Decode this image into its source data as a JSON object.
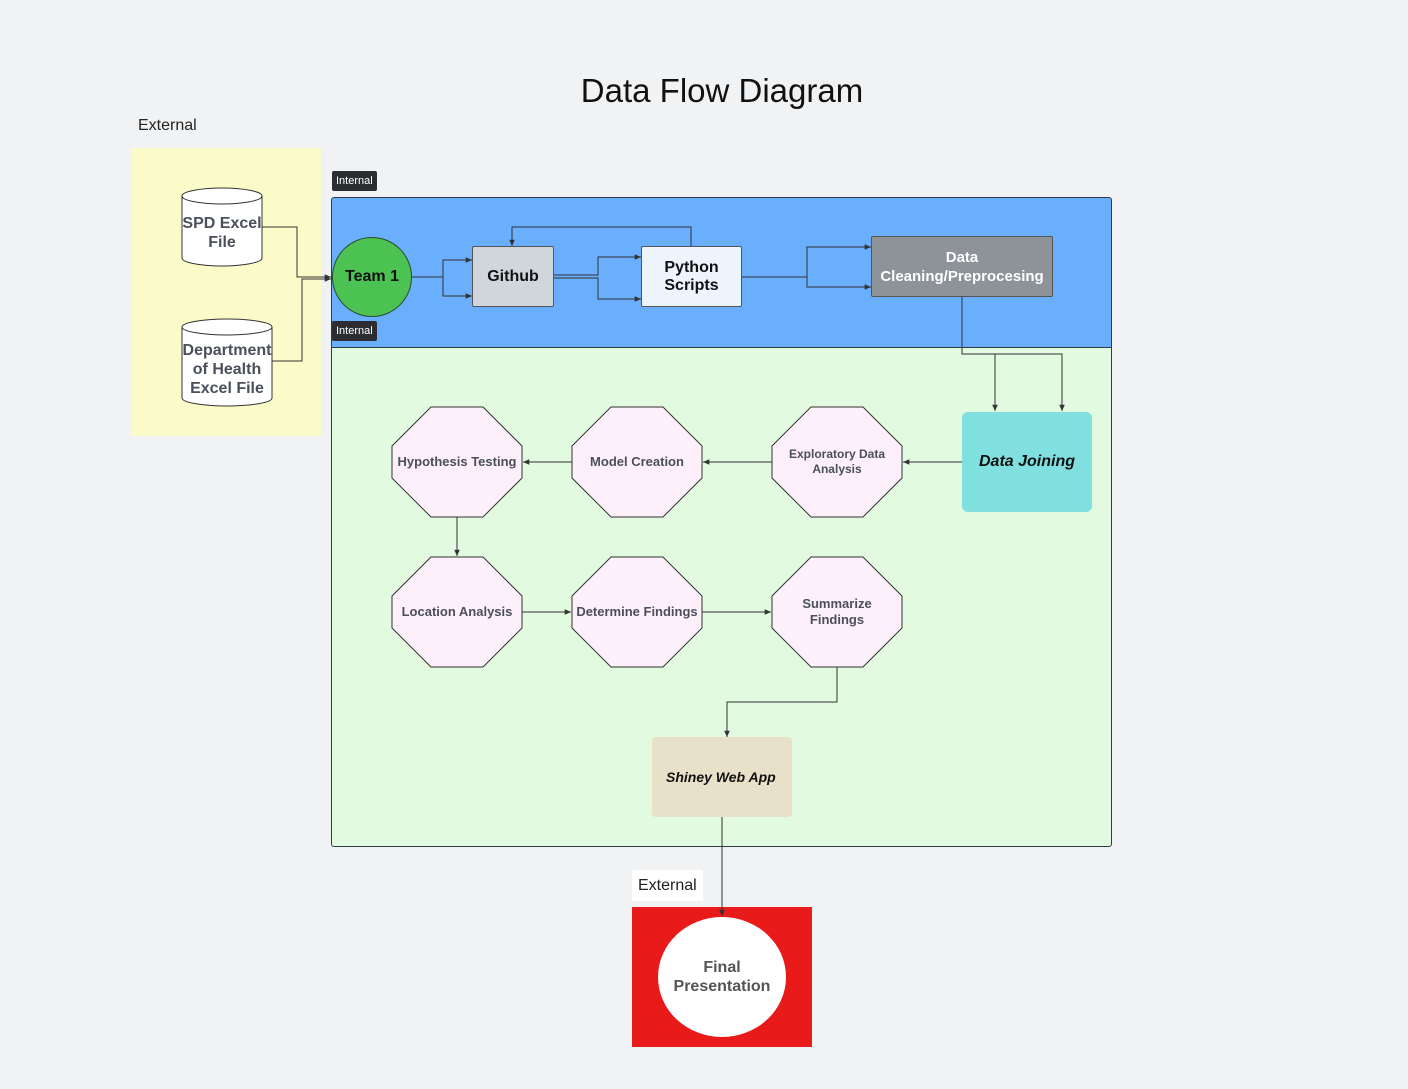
{
  "title": "Data Flow Diagram",
  "zones": {
    "external_top": "External",
    "internal_top": "Internal",
    "internal_bottom": "Internal",
    "external_bottom": "External"
  },
  "nodes": {
    "spd": "SPD Excel File",
    "doh": "Department of Health Excel File",
    "team": "Team 1",
    "github": "Github",
    "python": "Python Scripts",
    "cleaning": "Data Cleaning/Preprocesing",
    "joining": "Data Joining",
    "eda": "Exploratory Data Analysis",
    "model": "Model Creation",
    "hypothesis": "Hypothesis Testing",
    "location": "Location Analysis",
    "determine": "Determine Findings",
    "summarize": "Summarize Findings",
    "shiny": "Shiney Web App",
    "final": "Final Presentation"
  },
  "colors": {
    "external_band": "#fbfbc9",
    "internal_blue": "#6aaefe",
    "internal_green": "#e2fae0",
    "final_band": "#e81a1a",
    "team": "#4cc252",
    "octagon_fill": "#fdf0fb",
    "joining": "#80e0e0",
    "shiny": "#e8e0c8",
    "cleaning": "#8e9299"
  }
}
